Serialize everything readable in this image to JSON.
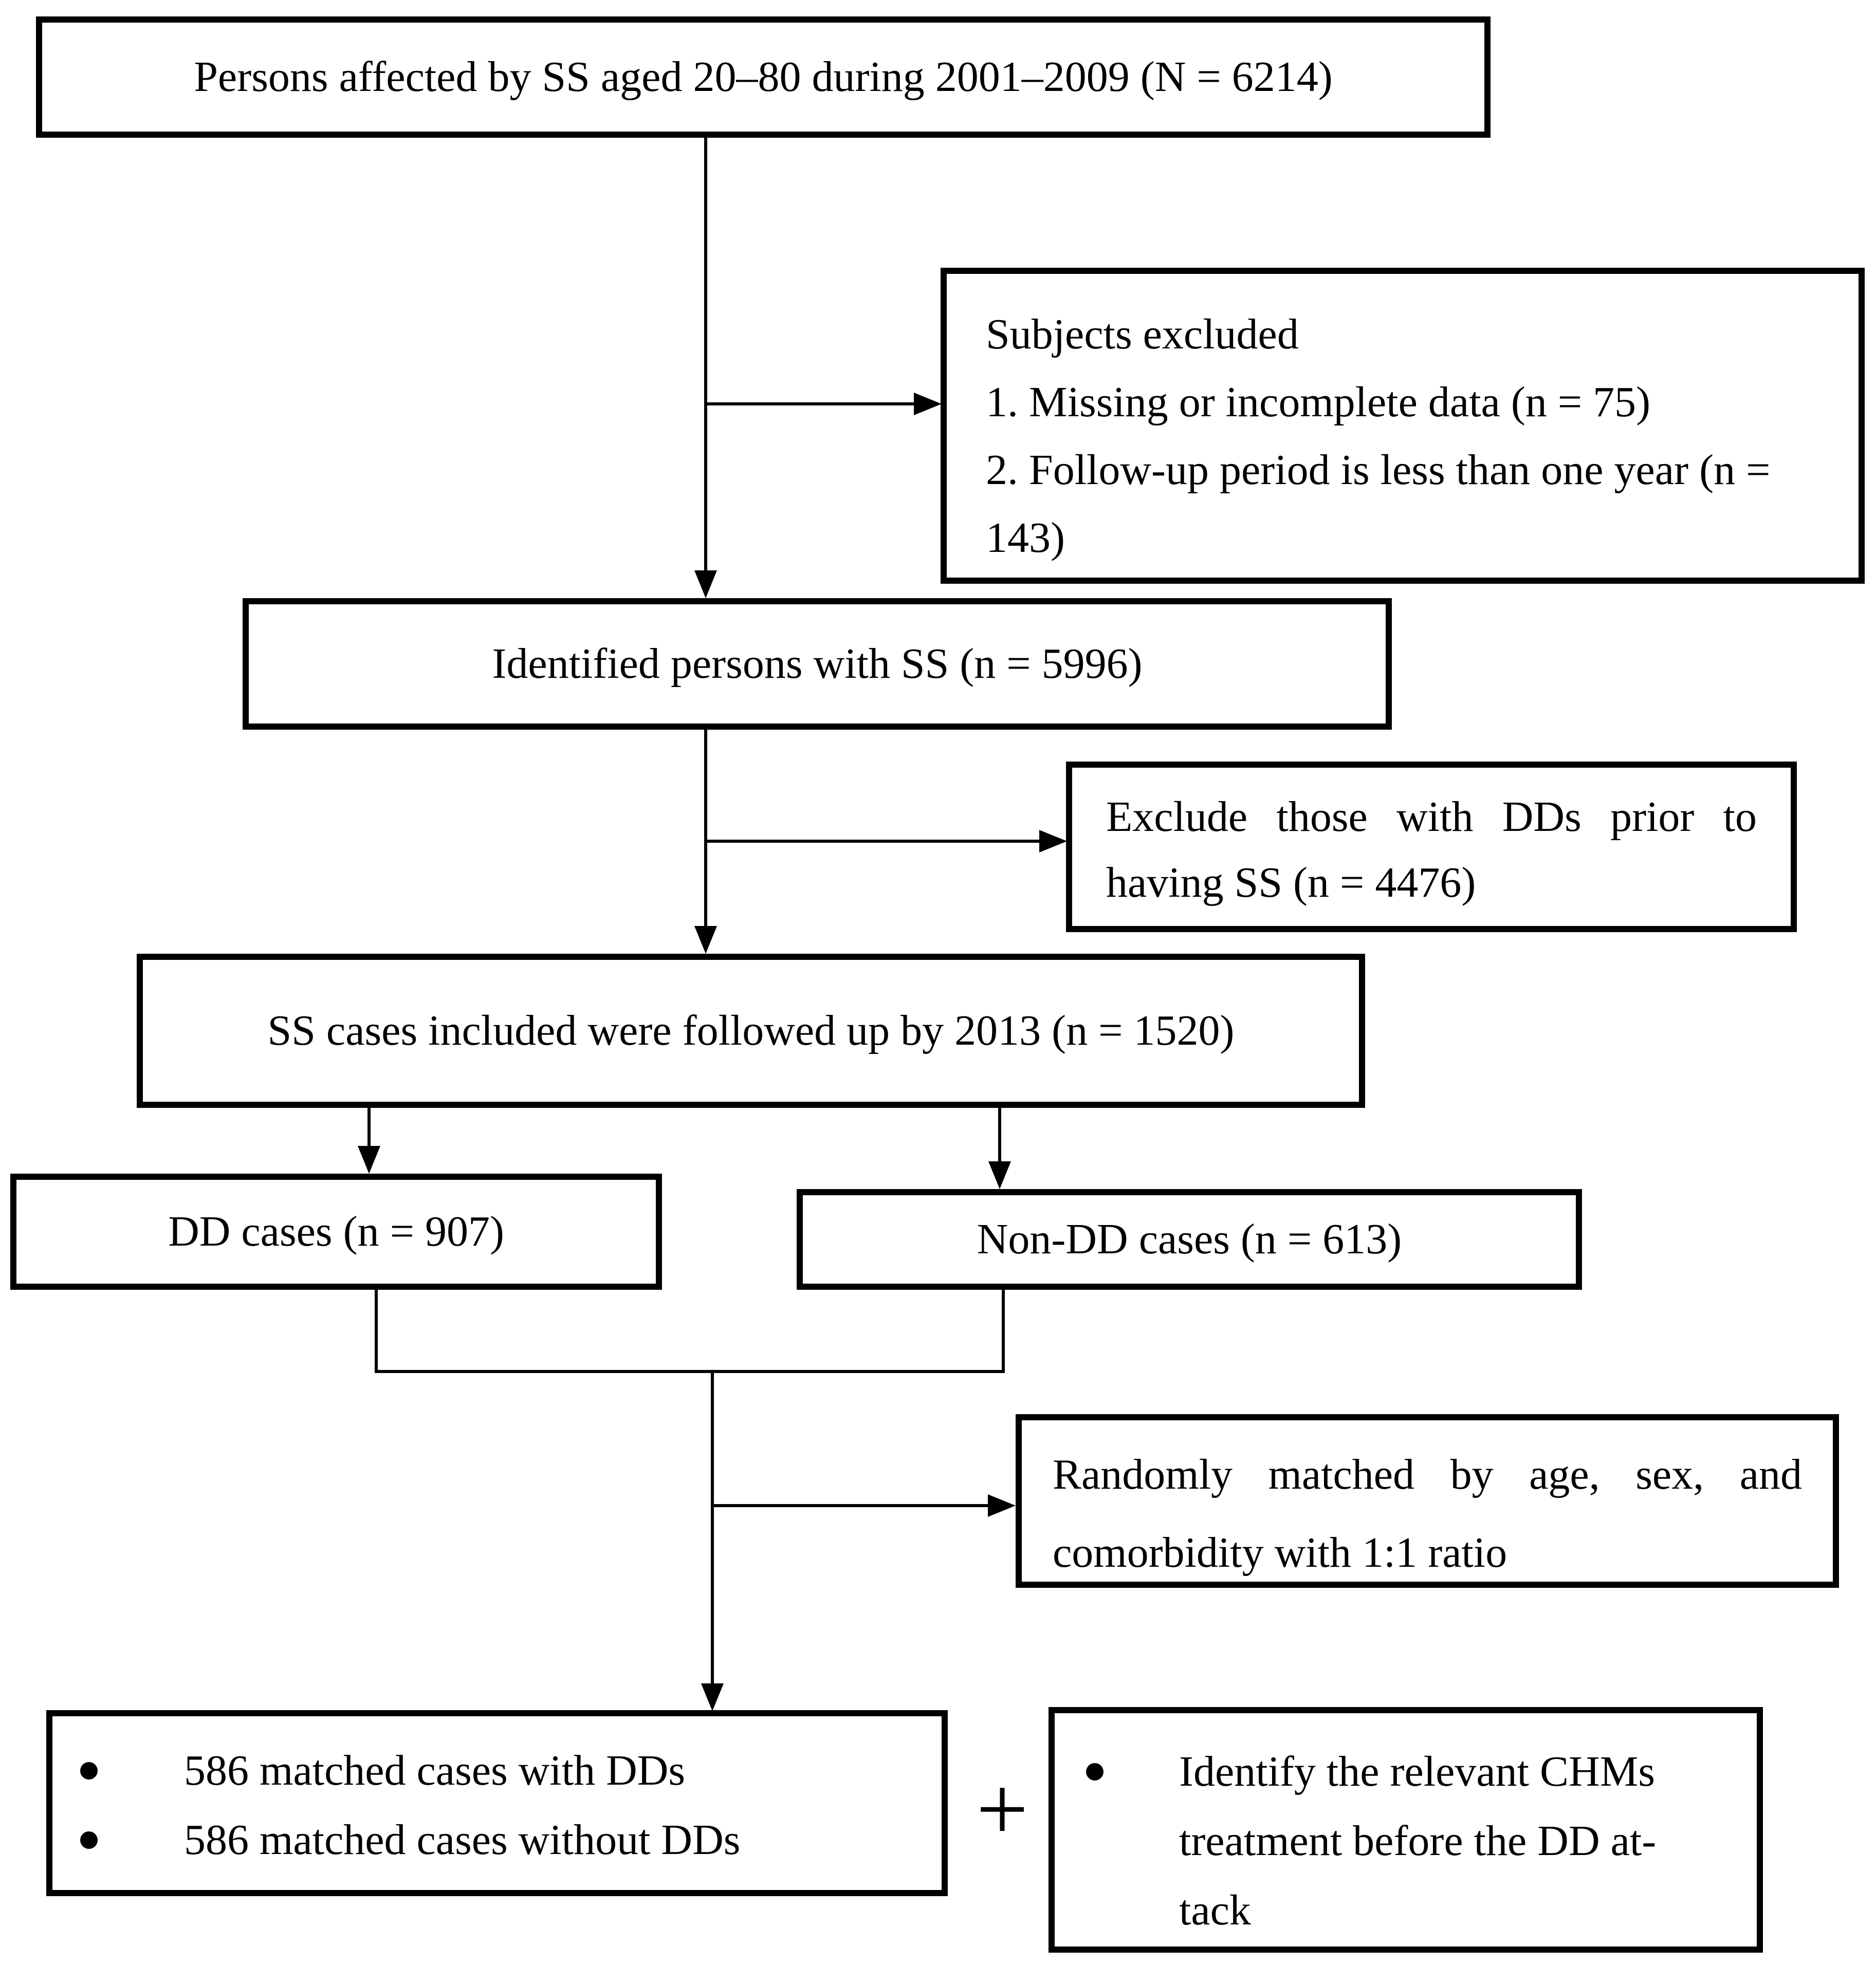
{
  "figure": {
    "type": "flowchart",
    "colors": {
      "ink": "#000000",
      "paper": "#ffffff"
    },
    "plus_label": "+",
    "boxes": {
      "top": {
        "text": "Persons affected by SS aged 20–80 during 2001–2009 (N = 6214)"
      },
      "excluded": {
        "lines": [
          "Subjects excluded",
          "1. Missing or incomplete data (n = 75)",
          "2. Follow-up period is less than one year (n =",
          "143)"
        ]
      },
      "identified": {
        "text": "Identified persons with SS (n = 5996)"
      },
      "exclude_dd": {
        "lines": [
          "Exclude those with DDs prior to",
          "having SS (n = 4476)"
        ]
      },
      "followed": {
        "text": "SS cases included were followed up by 2013 (n = 1520)"
      },
      "dd": {
        "text": "DD cases (n = 907)"
      },
      "non_dd": {
        "text": "Non-DD cases (n = 613)"
      },
      "random": {
        "lines": [
          "Randomly matched by age, sex, and",
          "comorbidity with 1:1 ratio"
        ]
      },
      "matched": {
        "bullets": [
          "586 matched cases with DDs",
          "586 matched cases without DDs"
        ]
      },
      "identify": {
        "bullet_first_line": "Identify the relevant CHMs",
        "continuation_lines": [
          "treatment before the DD at-",
          "tack"
        ]
      }
    }
  }
}
